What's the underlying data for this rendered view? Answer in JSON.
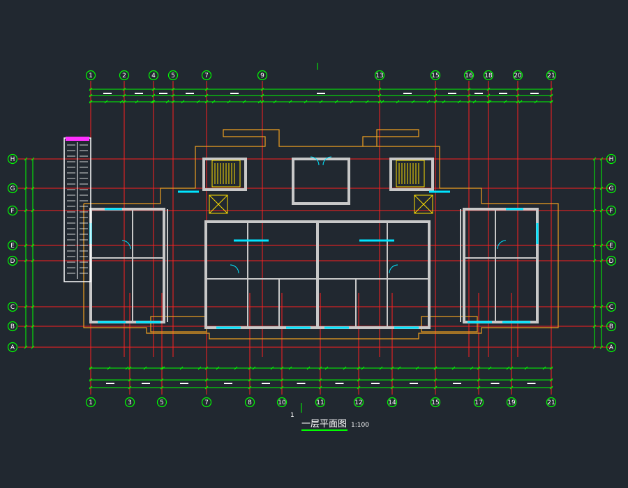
{
  "drawing": {
    "title": "一层平面图",
    "scale": "1:100",
    "section_mark": "1",
    "colors": {
      "background": "#212830",
      "grid_line": "#ff2020",
      "dimension": "#00ff00",
      "wall": "#c8c8c8",
      "window": "#00e5ff",
      "outline": "#f0a020",
      "stair": "#ffe000",
      "text": "#ffffff",
      "magenta": "#ff30ff"
    }
  },
  "axes": {
    "top": [
      "1",
      "2",
      "4",
      "5",
      "7",
      "9",
      "13",
      "15",
      "16",
      "18",
      "20",
      "21"
    ],
    "bottom": [
      "1",
      "3",
      "5",
      "7",
      "8",
      "10",
      "11",
      "12",
      "14",
      "15",
      "17",
      "19",
      "21"
    ],
    "left": [
      "H",
      "G",
      "F",
      "E",
      "D",
      "C",
      "B",
      "A"
    ],
    "right": [
      "H",
      "G",
      "F",
      "E",
      "D",
      "C",
      "B",
      "A"
    ]
  }
}
